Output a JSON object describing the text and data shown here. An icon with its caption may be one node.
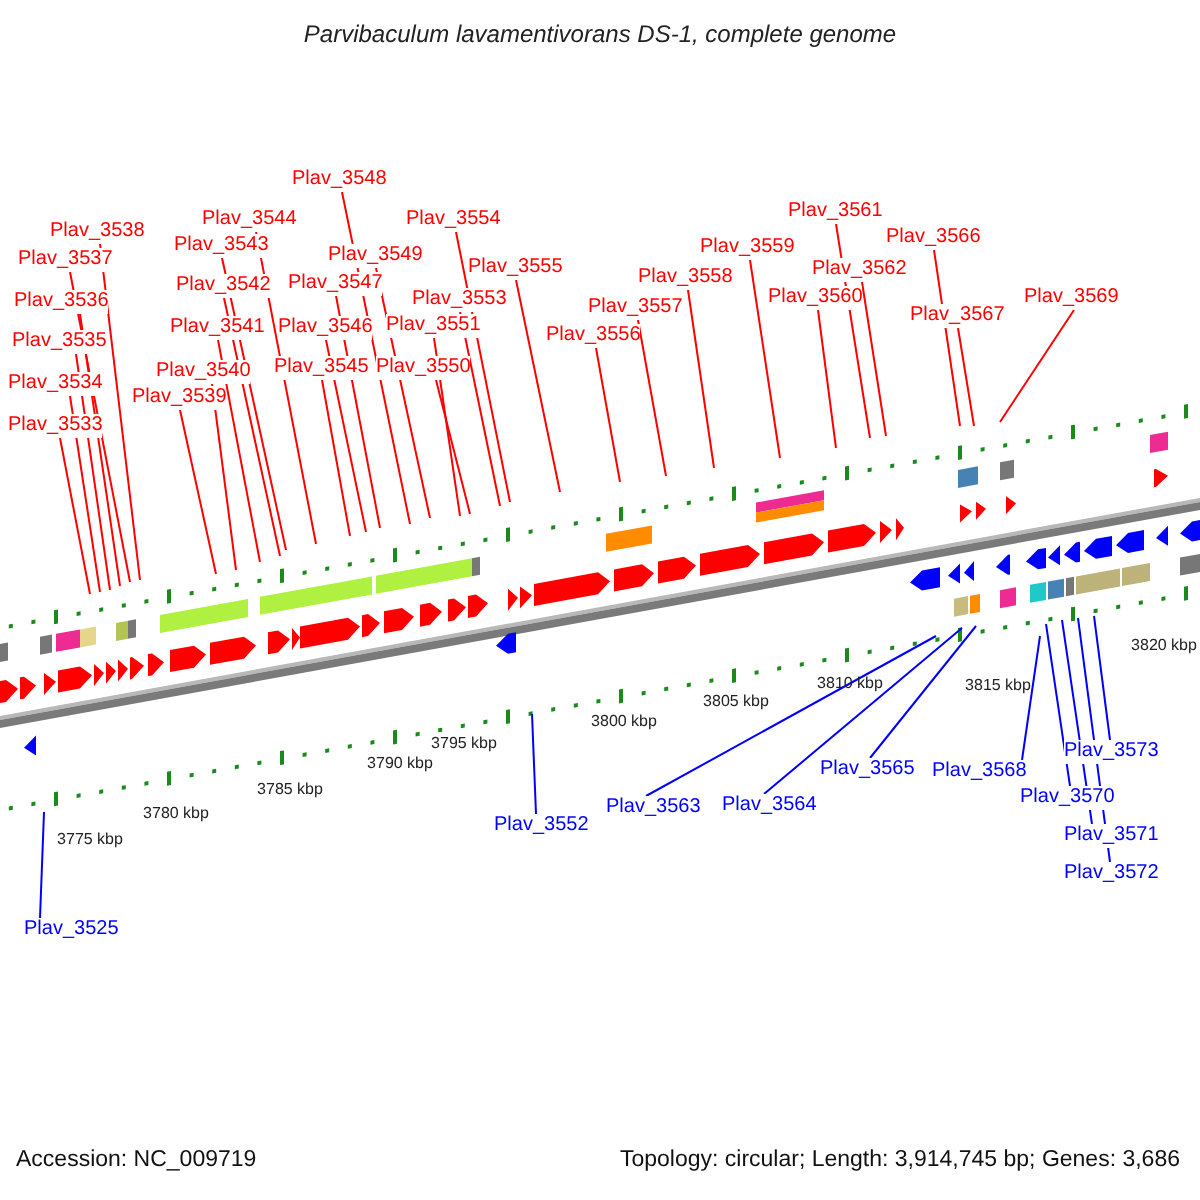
{
  "diagram": {
    "title": "Parvibaculum lavamentivorans DS-1, complete genome",
    "nodes": [
      {
        "text": [
          "Plav_3525"
        ]
      },
      {
        "text": [
          "Plav_3533"
        ]
      },
      {
        "text": [
          "Plav_3534"
        ]
      },
      {
        "text": [
          "Plav_3535"
        ]
      },
      {
        "text": [
          "Plav_3536"
        ]
      },
      {
        "text": [
          "Plav_3537"
        ]
      },
      {
        "text": [
          "Plav_3538"
        ]
      },
      {
        "text": [
          "Plav_3539"
        ]
      },
      {
        "text": [
          "Plav_3540"
        ]
      },
      {
        "text": [
          "Plav_3541"
        ]
      },
      {
        "text": [
          "Plav_3542"
        ]
      },
      {
        "text": [
          "Plav_3543"
        ]
      },
      {
        "text": [
          "Plav_3544"
        ]
      },
      {
        "text": [
          "Plav_3545"
        ]
      },
      {
        "text": [
          "Plav_3546"
        ]
      },
      {
        "text": [
          "Plav_3547"
        ]
      },
      {
        "text": [
          "Plav_3548"
        ]
      },
      {
        "text": [
          "Plav_3549"
        ]
      },
      {
        "text": [
          "Plav_3550"
        ]
      },
      {
        "text": [
          "Plav_3551"
        ]
      },
      {
        "text": [
          "Plav_3552"
        ]
      },
      {
        "text": [
          "Plav_3553"
        ]
      },
      {
        "text": [
          "Plav_3554"
        ]
      },
      {
        "text": [
          "Plav_3555"
        ]
      },
      {
        "text": [
          "Plav_3556"
        ]
      },
      {
        "text": [
          "Plav_3557"
        ]
      },
      {
        "text": [
          "Plav_3558"
        ]
      },
      {
        "text": [
          "Plav_3559"
        ]
      },
      {
        "text": [
          "Plav_3560"
        ]
      },
      {
        "text": [
          "Plav_3561"
        ]
      },
      {
        "text": [
          "Plav_3562"
        ]
      },
      {
        "text": [
          "Plav_3563"
        ]
      },
      {
        "text": [
          "Plav_3564"
        ]
      },
      {
        "text": [
          "Plav_3565"
        ]
      },
      {
        "text": [
          "Plav_3566"
        ]
      },
      {
        "text": [
          "Plav_3567"
        ]
      },
      {
        "text": [
          "Plav_3568"
        ]
      },
      {
        "text": [
          "Plav_3569"
        ]
      },
      {
        "text": [
          "Plav_3570"
        ]
      },
      {
        "text": [
          "Plav_3571"
        ]
      },
      {
        "text": [
          "Plav_3572"
        ]
      },
      {
        "text": [
          "Plav_3573"
        ]
      }
    ],
    "edges": [
      {
        "from": 0,
        "to": null,
        "arrow": "none",
        "color": "#0000ff"
      },
      {
        "from": 1,
        "to": null,
        "arrow": "none"
      },
      {
        "from": 2,
        "to": null,
        "arrow": "none"
      },
      {
        "from": 3,
        "to": null,
        "arrow": "none"
      },
      {
        "from": 4,
        "to": null,
        "arrow": "none"
      },
      {
        "from": 5,
        "to": null,
        "arrow": "none"
      },
      {
        "from": 6,
        "to": null,
        "arrow": "none"
      },
      {
        "from": 7,
        "to": null,
        "arrow": "none"
      },
      {
        "from": 8,
        "to": null,
        "arrow": "none"
      },
      {
        "from": 9,
        "to": null,
        "arrow": "none"
      },
      {
        "from": 10,
        "to": null,
        "arrow": "none"
      },
      {
        "from": 11,
        "to": null,
        "arrow": "none"
      },
      {
        "from": 12,
        "to": null,
        "arrow": "none"
      },
      {
        "from": 13,
        "to": null,
        "arrow": "none"
      },
      {
        "from": 14,
        "to": null,
        "arrow": "none"
      },
      {
        "from": 15,
        "to": null,
        "arrow": "none"
      },
      {
        "from": 16,
        "to": null,
        "arrow": "none"
      },
      {
        "from": 17,
        "to": null,
        "arrow": "none"
      },
      {
        "from": 18,
        "to": null,
        "arrow": "none"
      },
      {
        "from": 19,
        "to": null,
        "arrow": "none"
      },
      {
        "from": 20,
        "to": null,
        "arrow": "none",
        "color": "#0000ff"
      },
      {
        "from": 21,
        "to": null,
        "arrow": "none"
      },
      {
        "from": 22,
        "to": null,
        "arrow": "none"
      },
      {
        "from": 23,
        "to": null,
        "arrow": "none"
      },
      {
        "from": 24,
        "to": null,
        "arrow": "none"
      },
      {
        "from": 25,
        "to": null,
        "arrow": "none"
      },
      {
        "from": 26,
        "to": null,
        "arrow": "none"
      },
      {
        "from": 27,
        "to": null,
        "arrow": "none"
      },
      {
        "from": 28,
        "to": null,
        "arrow": "none"
      },
      {
        "from": 29,
        "to": null,
        "arrow": "none"
      },
      {
        "from": 30,
        "to": null,
        "arrow": "none"
      },
      {
        "from": 31,
        "to": null,
        "arrow": "none",
        "color": "#0000ff"
      },
      {
        "from": 32,
        "to": null,
        "arrow": "none",
        "color": "#0000ff"
      },
      {
        "from": 33,
        "to": null,
        "arrow": "none",
        "color": "#0000ff"
      },
      {
        "from": 34,
        "to": null,
        "arrow": "none"
      },
      {
        "from": 35,
        "to": null,
        "arrow": "none"
      },
      {
        "from": 36,
        "to": null,
        "arrow": "none",
        "color": "#0000ff"
      },
      {
        "from": 37,
        "to": null,
        "arrow": "none"
      },
      {
        "from": 38,
        "to": null,
        "arrow": "none",
        "color": "#0000ff"
      },
      {
        "from": 39,
        "to": null,
        "arrow": "none",
        "color": "#0000ff"
      },
      {
        "from": 40,
        "to": null,
        "arrow": "none",
        "color": "#0000ff"
      },
      {
        "from": 41,
        "to": null,
        "arrow": "none",
        "color": "#0000ff"
      }
    ],
    "labels": [
      "3775 kbp",
      "3780 kbp",
      "3785 kbp",
      "3790 kbp",
      "3795 kbp",
      "3800 kbp",
      "3805 kbp",
      "3810 kbp",
      "3815 kbp",
      "3820 kbp",
      "Accession: NC_009719",
      "Topology: circular; Length: 3,914,745 bp; Genes: 3,686"
    ]
  }
}
